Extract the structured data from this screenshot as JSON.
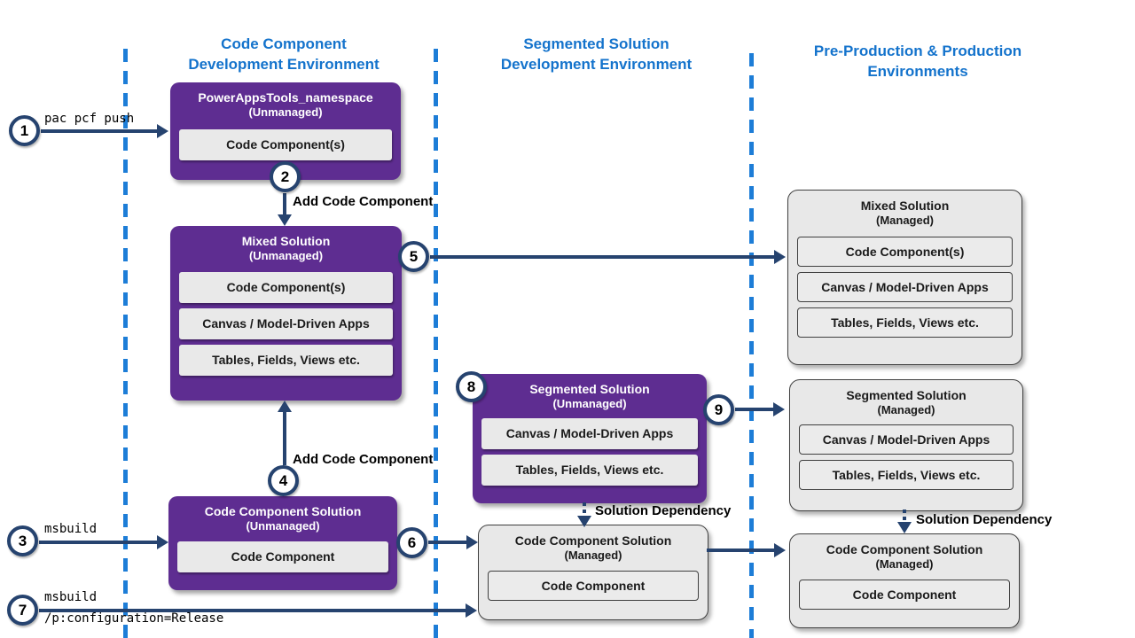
{
  "palette": {
    "purple": "#5e2d91",
    "navy_arrow": "#26436f",
    "header_blue": "#1473cc",
    "divider_blue": "#1d7dd7",
    "managed_gray": "#e8e8e8",
    "border_dark": "#3f3f3f"
  },
  "headers": [
    {
      "line1": "Code Component",
      "line2": "Development Environment"
    },
    {
      "line1": "Segmented Solution",
      "line2": "Development Environment"
    },
    {
      "line1": "Pre-Production & Production",
      "line2": "Environments"
    }
  ],
  "steps": [
    "1",
    "2",
    "3",
    "4",
    "5",
    "6",
    "7",
    "8",
    "9"
  ],
  "boxes": {
    "powerapps_tools": {
      "title": "PowerAppsTools_namespace",
      "subtitle": "(Unmanaged)",
      "items": [
        "Code Component(s)"
      ]
    },
    "mixed_unmanaged": {
      "title": "Mixed Solution",
      "subtitle": "(Unmanaged)",
      "items": [
        "Code Component(s)",
        "Canvas / Model-Driven Apps",
        "Tables, Fields, Views etc."
      ]
    },
    "code_solution_unmanaged": {
      "title": "Code Component Solution",
      "subtitle": "(Unmanaged)",
      "items": [
        "Code Component"
      ]
    },
    "segmented_unmanaged": {
      "title": "Segmented Solution",
      "subtitle": "(Unmanaged)",
      "items": [
        "Canvas / Model-Driven Apps",
        "Tables, Fields, Views etc."
      ]
    },
    "code_solution_managed_mid": {
      "title": "Code Component Solution",
      "subtitle": "(Managed)",
      "items": [
        "Code Component"
      ]
    },
    "mixed_managed": {
      "title": "Mixed Solution",
      "subtitle": "(Managed)",
      "items": [
        "Code Component(s)",
        "Canvas / Model-Driven Apps",
        "Tables, Fields, Views etc."
      ]
    },
    "segmented_managed": {
      "title": "Segmented Solution",
      "subtitle": "(Managed)",
      "items": [
        "Canvas / Model-Driven Apps",
        "Tables, Fields, Views etc."
      ]
    },
    "code_solution_managed_right": {
      "title": "Code Component Solution",
      "subtitle": "(Managed)",
      "items": [
        "Code Component"
      ]
    }
  },
  "labels": {
    "pac_pcf_push": "pac pcf push",
    "msbuild": "msbuild",
    "msbuild_line1": "msbuild",
    "msbuild_line2": "/p:configuration=Release",
    "add_code_component_top": "Add Code Component",
    "add_code_component_bottom": "Add Code Component",
    "solution_dependency_mid": "Solution Dependency",
    "solution_dependency_right": "Solution Dependency"
  }
}
